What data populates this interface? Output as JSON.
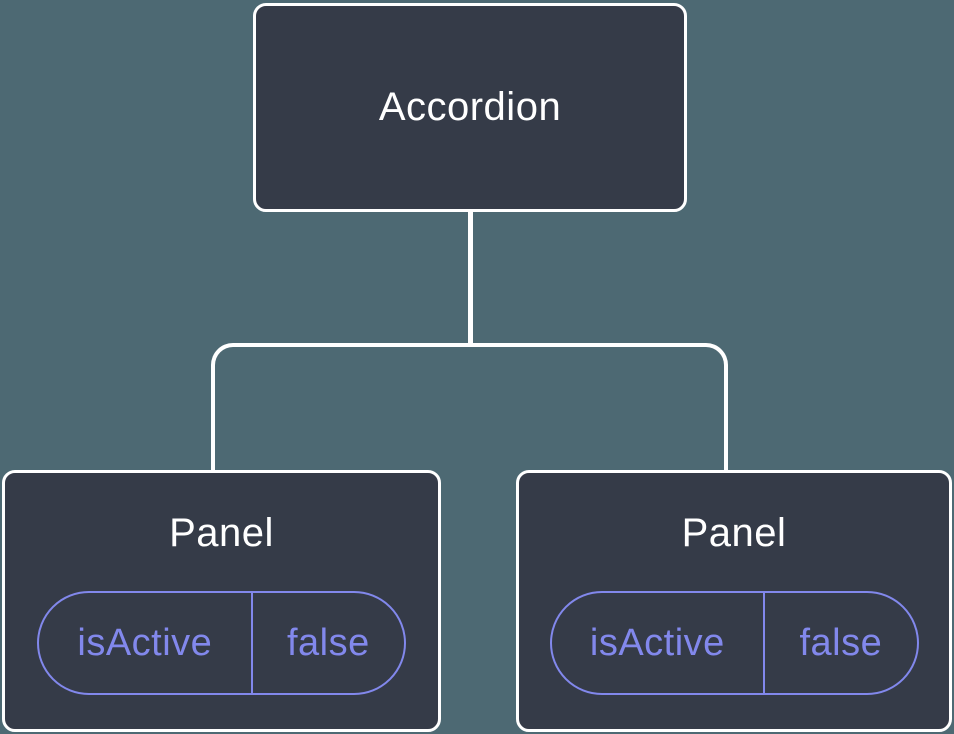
{
  "tree": {
    "root": {
      "label": "Accordion"
    },
    "children": [
      {
        "label": "Panel",
        "state": {
          "key": "isActive",
          "value": "false"
        }
      },
      {
        "label": "Panel",
        "state": {
          "key": "isActive",
          "value": "false"
        }
      }
    ]
  },
  "colors": {
    "background": "#4D6973",
    "node_fill": "#353B48",
    "node_border": "#FFFFFF",
    "connector": "#FFFFFF",
    "node_text": "#FFFFFF",
    "state_accent": "#8288EC"
  }
}
